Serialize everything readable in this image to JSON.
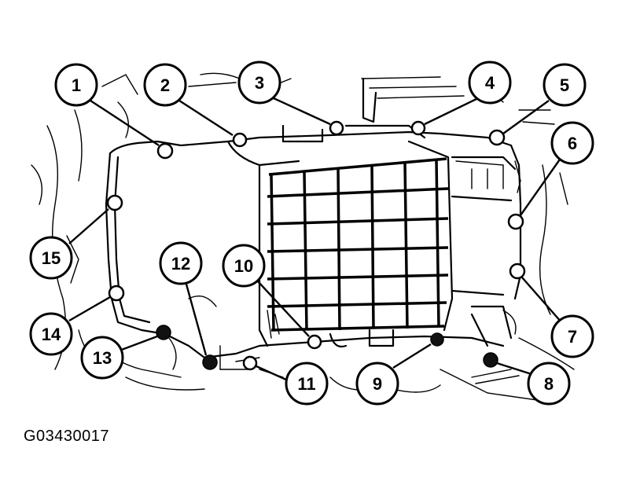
{
  "figure_code": "G03430017",
  "callouts": [
    {
      "id": "1",
      "label": "1"
    },
    {
      "id": "2",
      "label": "2"
    },
    {
      "id": "3",
      "label": "3"
    },
    {
      "id": "4",
      "label": "4"
    },
    {
      "id": "5",
      "label": "5"
    },
    {
      "id": "6",
      "label": "6"
    },
    {
      "id": "7",
      "label": "7"
    },
    {
      "id": "8",
      "label": "8"
    },
    {
      "id": "9",
      "label": "9"
    },
    {
      "id": "10",
      "label": "10"
    },
    {
      "id": "11",
      "label": "11"
    },
    {
      "id": "12",
      "label": "12"
    },
    {
      "id": "13",
      "label": "13"
    },
    {
      "id": "14",
      "label": "14"
    },
    {
      "id": "15",
      "label": "15"
    }
  ]
}
